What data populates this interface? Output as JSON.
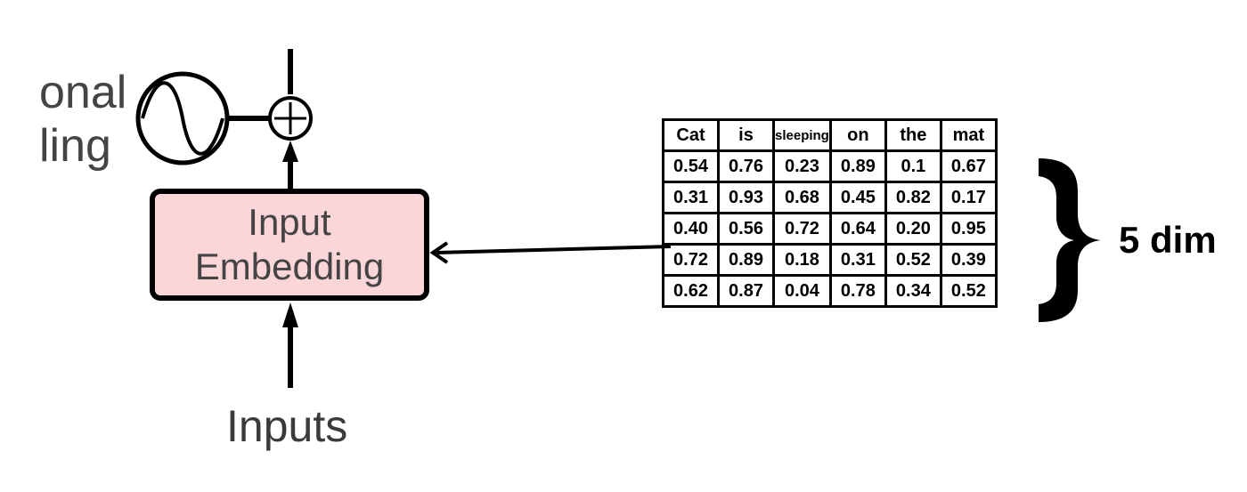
{
  "positional_encoding": {
    "line1": "onal",
    "line2": "ling"
  },
  "embedding_block": {
    "line1": "Input",
    "line2": "Embedding"
  },
  "inputs_label": "Inputs",
  "table": {
    "headers": [
      "Cat",
      "is",
      "sleeping",
      "on",
      "the",
      "mat"
    ],
    "rows": [
      [
        "0.54",
        "0.76",
        "0.23",
        "0.89",
        "0.1",
        "0.67"
      ],
      [
        "0.31",
        "0.93",
        "0.68",
        "0.45",
        "0.82",
        "0.17"
      ],
      [
        "0.40",
        "0.56",
        "0.72",
        "0.64",
        "0.20",
        "0.95"
      ],
      [
        "0.72",
        "0.89",
        "0.18",
        "0.31",
        "0.52",
        "0.39"
      ],
      [
        "0.62",
        "0.87",
        "0.04",
        "0.78",
        "0.34",
        "0.52"
      ]
    ]
  },
  "dimension_label": "5 dim",
  "colors": {
    "embedding_fill": "#fbd6d8",
    "stroke": "#000000"
  }
}
